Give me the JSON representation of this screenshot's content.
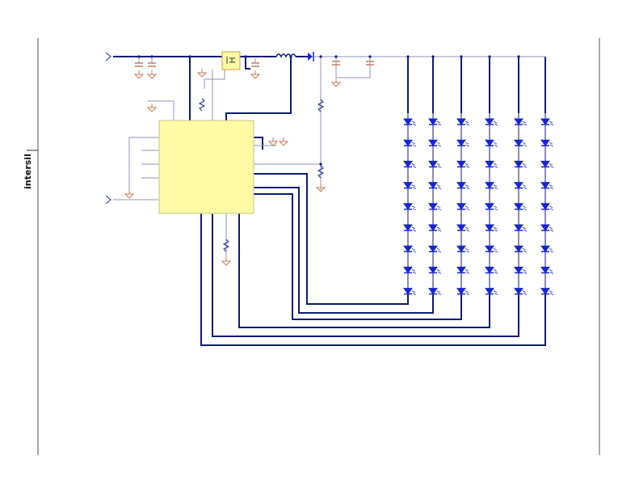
{
  "page": {
    "logo_text": "intersil"
  },
  "colors": {
    "wire": "#0b1a7a",
    "wire_thin": "#8f96b8",
    "ic_fill": "#fffaa4",
    "ic_stroke": "#c7c08a",
    "led": "#1626d0",
    "ground": "#c87a55",
    "resistor": "#1a2a8a",
    "page_border": "#444444"
  },
  "schematic": {
    "led_array": {
      "columns": 6,
      "rows": 9
    }
  }
}
